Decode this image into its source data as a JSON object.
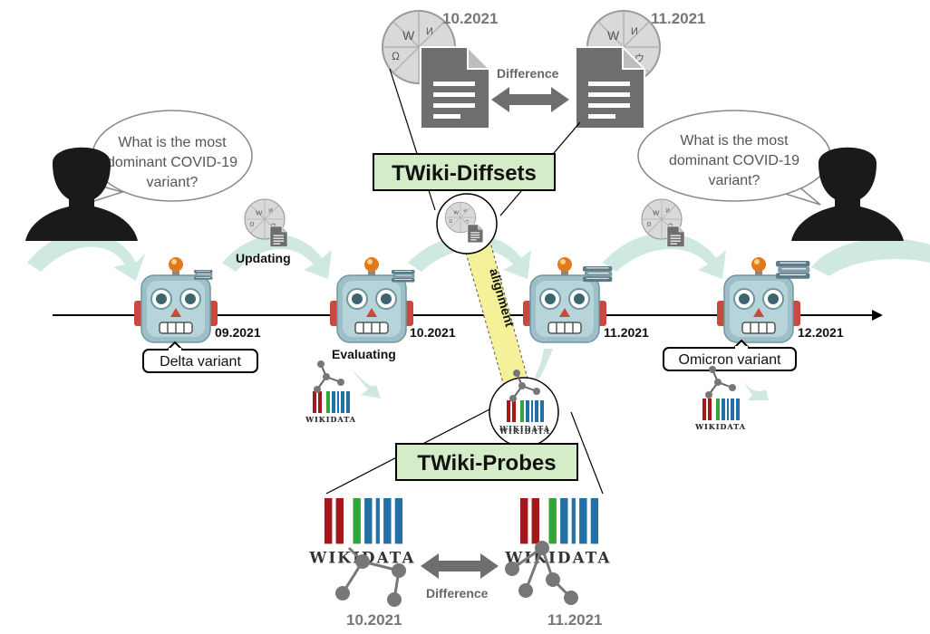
{
  "header": {
    "left_date": "10.2021",
    "right_date": "11.2021",
    "difference_label": "Difference"
  },
  "diffsets": {
    "title": "TWiki-Diffsets"
  },
  "probes": {
    "title": "TWiki-Probes"
  },
  "bubbles": {
    "left": [
      "What is the most",
      "dominant COVID-19",
      "variant?"
    ],
    "right": [
      "What is the most",
      "dominant COVID-19",
      "variant?"
    ]
  },
  "timeline": {
    "dates": [
      "09.2021",
      "10.2021",
      "11.2021",
      "12.2021"
    ],
    "updating": "Updating",
    "evaluating": "Evaluating",
    "alignment": "alignment",
    "delta_label": "Delta variant",
    "omicron_label": "Omicron variant"
  },
  "bottom": {
    "left_date": "10.2021",
    "right_date": "11.2021",
    "difference_label": "Difference",
    "wikidata": "WIKIDATA"
  },
  "colors": {
    "teal_arrow": "#cfe8e2",
    "green_box": "#d5ecc9",
    "alignment_yellow": "#f4f19a",
    "robot_body": "#9fbfc8",
    "robot_ear": "#c84a3c",
    "wikidata_red": "#a31919",
    "wikidata_green": "#36a33b",
    "wikidata_blue": "#2270a8",
    "doc_gray": "#707070"
  },
  "icons": [
    "person-silhouette-icon",
    "robot-icon",
    "book-stack-icon",
    "wikipedia-globe-icon",
    "document-icon",
    "wikidata-barcode-icon",
    "graph-nodes-icon",
    "double-arrow-icon"
  ]
}
